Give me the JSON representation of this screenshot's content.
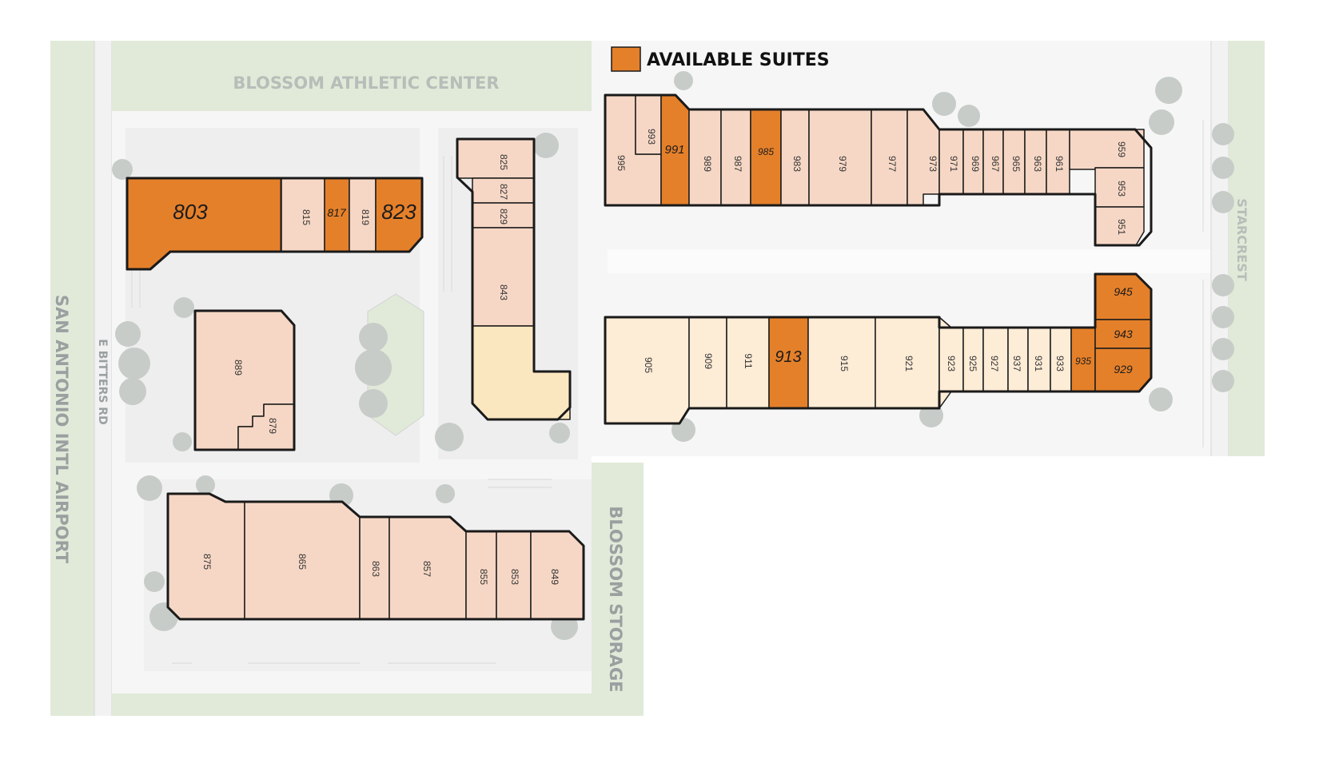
{
  "legend": {
    "label": "AVAILABLE SUITES",
    "color": "#e5802a"
  },
  "colors": {
    "available": "#e5802a",
    "leased": "#f6d7c5",
    "leased_light": "#fdecd6",
    "leased_yellow": "#fbe7bf",
    "green": "#e1ead9",
    "parking": "#efefef",
    "road": "#f7f7f7",
    "tree": "#c7ccc8"
  },
  "labels": {
    "north_neighbor": "BLOSSOM ATHLETIC CENTER",
    "east_neighbor": "BLOSSOM STORAGE",
    "west_road_minor": "E BITTERS RD",
    "west_neighbor": "SAN ANTONIO INTL AIRPORT",
    "east_road": "STARCREST"
  },
  "suites": {
    "s803": "803",
    "s815": "815",
    "s817": "817",
    "s819": "819",
    "s823": "823",
    "s825": "825",
    "s827": "827",
    "s829": "829",
    "s843": "843",
    "s889": "889",
    "s879": "879",
    "s875": "875",
    "s865": "865",
    "s863": "863",
    "s857": "857",
    "s855": "855",
    "s853": "853",
    "s849": "849",
    "s995": "995",
    "s993": "993",
    "s991": "991",
    "s989": "989",
    "s987": "987",
    "s985": "985",
    "s983": "983",
    "s979": "979",
    "s977": "977",
    "s973": "973",
    "s971": "971",
    "s969": "969",
    "s967": "967",
    "s965": "965",
    "s963": "963",
    "s961": "961",
    "s959": "959",
    "s953": "953",
    "s951": "951",
    "s905": "905",
    "s909": "909",
    "s911": "911",
    "s913": "913",
    "s915": "915",
    "s921": "921",
    "s923": "923",
    "s925": "925",
    "s927": "927",
    "s937": "937",
    "s931": "931",
    "s933": "933",
    "s935": "935",
    "s945": "945",
    "s943": "943",
    "s929": "929"
  },
  "available": [
    "803",
    "817",
    "823",
    "991",
    "985",
    "913",
    "935",
    "945",
    "943",
    "929"
  ]
}
